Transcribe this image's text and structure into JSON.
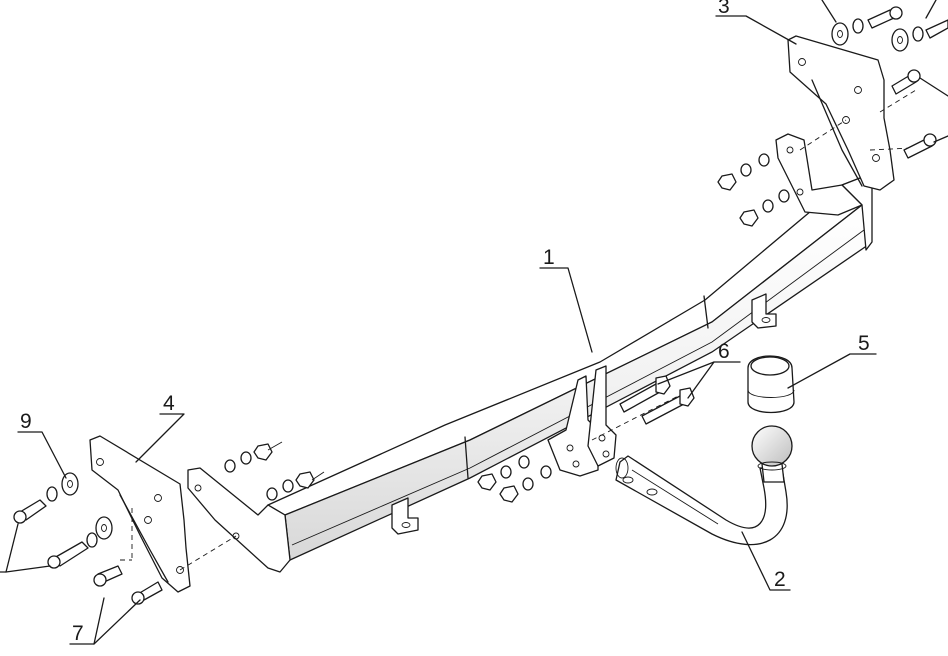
{
  "callouts": {
    "c1": "1",
    "c2": "2",
    "c3": "3",
    "c4": "4",
    "c5": "5",
    "c6": "6",
    "c7": "7",
    "c9": "9"
  }
}
